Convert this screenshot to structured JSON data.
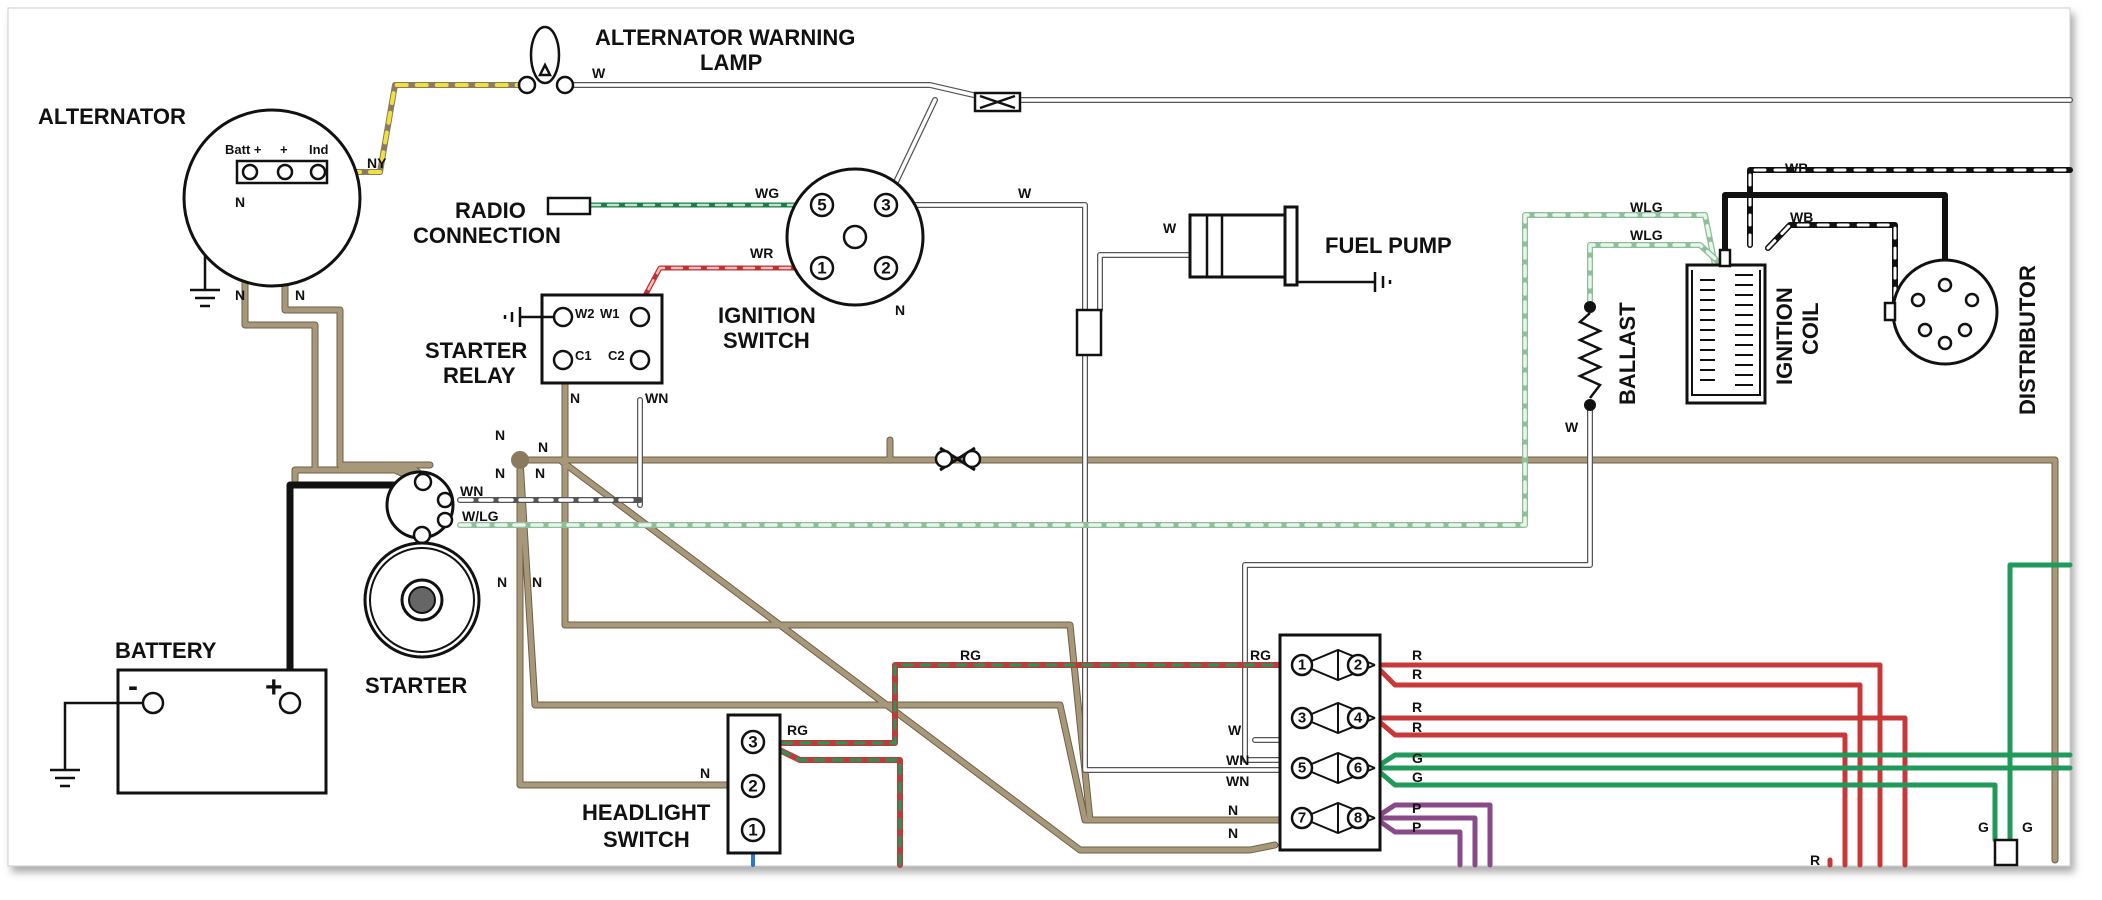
{
  "components": {
    "alternator": {
      "label": "ALTERNATOR",
      "terminals": [
        "Batt +",
        "+",
        "Ind"
      ]
    },
    "warning_lamp": {
      "label_line1": "ALTERNATOR WARNING",
      "label_line2": "LAMP"
    },
    "radio": {
      "label_line1": "RADIO",
      "label_line2": "CONNECTION"
    },
    "ignition_switch": {
      "label_line1": "IGNITION",
      "label_line2": "SWITCH",
      "terminals": [
        "5",
        "3",
        "1",
        "2"
      ]
    },
    "starter_relay": {
      "label_line1": "STARTER",
      "label_line2": "RELAY",
      "terminals": [
        "W2",
        "W1",
        "C1",
        "C2"
      ]
    },
    "fuel_pump": {
      "label": "FUEL PUMP"
    },
    "ballast": {
      "label": "BALLAST"
    },
    "ignition_coil": {
      "label_line1": "IGNITION",
      "label_line2": "COIL"
    },
    "distributor": {
      "label": "DISTRIBUTOR"
    },
    "battery": {
      "label": "BATTERY",
      "minus": "-",
      "plus": "+"
    },
    "starter": {
      "label": "STARTER"
    },
    "headlight_switch": {
      "label_line1": "HEADLIGHT",
      "label_line2": "SWITCH",
      "terminals": [
        "3",
        "2",
        "1"
      ]
    },
    "connector_block": {
      "terminals": [
        "1",
        "2",
        "3",
        "4",
        "5",
        "6",
        "7",
        "8"
      ]
    }
  },
  "wire_codes": {
    "W": "W",
    "N": "N",
    "NY": "NY",
    "WG": "WG",
    "WR": "WR",
    "WN": "WN",
    "WLG_slash": "W/LG",
    "WLG": "WLG",
    "WB": "WB",
    "RG": "RG",
    "R": "R",
    "G": "G",
    "P": "P"
  },
  "colors": {
    "N": "#9b8b6e",
    "W": "#ffffff",
    "R": "#d03a3a",
    "G": "#1f9a5a",
    "P": "#8a4a8a",
    "LG": "#a8d8b0",
    "Y": "#f0e040",
    "B": "#111111",
    "blue": "#2a7ac8"
  }
}
